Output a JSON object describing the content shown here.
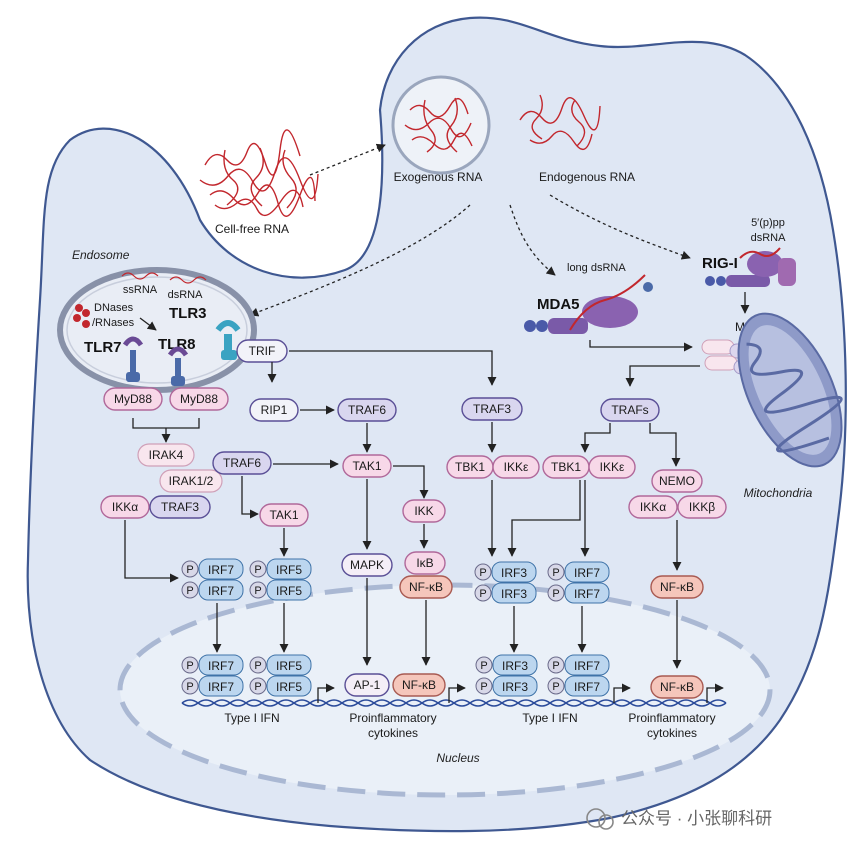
{
  "labels": {
    "cell_free_rna": "Cell-free RNA",
    "exogenous_rna": "Exogenous RNA",
    "endogenous_rna": "Endogenous RNA",
    "endosome": "Endosome",
    "ssrna": "ssRNA",
    "dsrna": "dsRNA",
    "dnases": "DNases",
    "rnases": "/RNases",
    "tlr3": "TLR3",
    "tlr7": "TLR7",
    "tlr8": "TLR8",
    "trif": "TRIF",
    "myd88_a": "MyD88",
    "myd88_b": "MyD88",
    "irak4": "IRAK4",
    "irak12": "IRAK1/2",
    "ikka_left": "IKKα",
    "traf3_left": "TRAF3",
    "traf6_left": "TRAF6",
    "tak1_left": "TAK1",
    "rip1": "RIP1",
    "traf6_mid": "TRAF6",
    "tak1_mid": "TAK1",
    "ikk": "IKK",
    "ikb": "IκB",
    "nfkb_cyto": "NF-κB",
    "mapk": "MAPK",
    "traf3_mid": "TRAF3",
    "tbk1_a": "TBK1",
    "ikke_a": "IKKε",
    "long_dsrna": "long dsRNA",
    "mda5": "MDA5",
    "rigi": "RIG-I",
    "ppp_line1": "5′(p)pp",
    "ppp_line2": "dsRNA",
    "mavs": "MAVS",
    "mitochondria": "Mitochondria",
    "trafs": "TRAFs",
    "tbk1_b": "TBK1",
    "ikke_b": "IKKε",
    "nemo": "NEMO",
    "ikka_right": "IKKα",
    "ikkb_right": "IKKβ",
    "nfkb_right": "NF-κB",
    "p": "P",
    "irf7": "IRF7",
    "irf5": "IRF5",
    "irf3": "IRF3",
    "ap1": "AP-1",
    "nfkb_nuc_mid": "NF-κB",
    "nfkb_nuc_right": "NF-κB",
    "type1ifn_left": "Type I IFN",
    "type1ifn_right": "Type I IFN",
    "proinflam_mid_1": "Proinflammatory",
    "proinflam_mid_2": "cytokines",
    "proinflam_right_1": "Proinflammatory",
    "proinflam_right_2": "cytokines",
    "nucleus": "Nucleus",
    "watermark": "公众号 · 小张聊科研"
  },
  "colors": {
    "cell_fill": "#dfe7f4",
    "cell_stroke": "#3f5891",
    "nucleus_fill": "#eaf0f8",
    "rna_red": "#c2272d",
    "pink_fill": "#f7d8e8",
    "pink_stroke": "#b0689a",
    "purple_fill": "#d9d6ef",
    "purple_stroke": "#5a4f96",
    "blue_fill": "#bcd6ef",
    "blue_stroke": "#3f73a8",
    "salmon_fill": "#f5c6bb",
    "salmon_stroke": "#a85a52",
    "light_fill": "#f4eef7",
    "mito_fill": "#8e9ac8",
    "dna_blue": "#2a4a9a"
  }
}
